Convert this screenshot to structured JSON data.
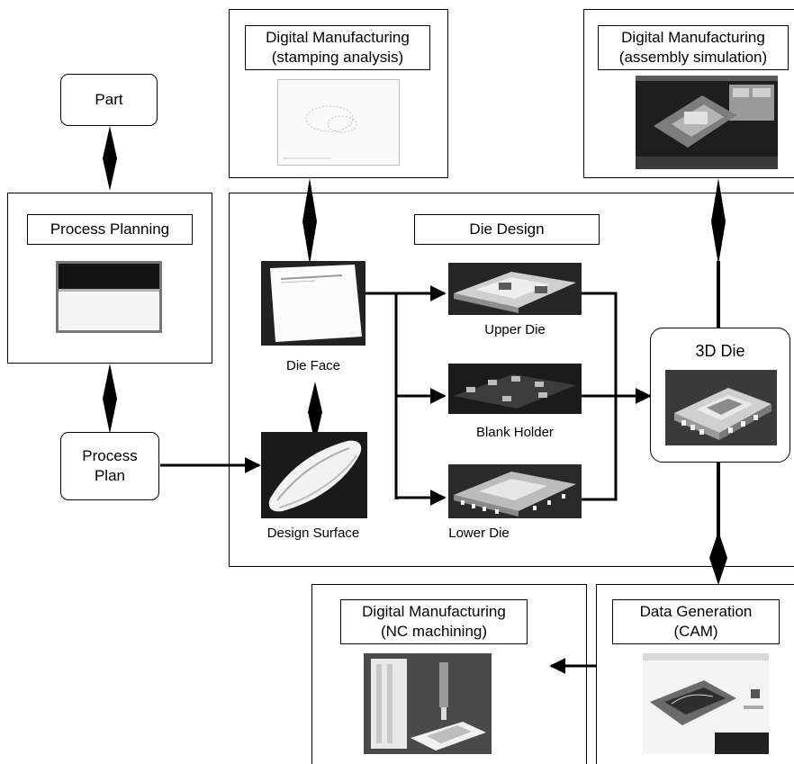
{
  "nodes": {
    "part": "Part",
    "process_planning": "Process Planning",
    "process_plan": "Process\nPlan",
    "die_design": "Die Design",
    "dm_stamping": "Digital Manufacturing\n(stamping analysis)",
    "dm_assembly": "Digital Manufacturing\n(assembly simulation)",
    "die_3d": "3D Die",
    "dm_nc": "Digital Manufacturing\n(NC machining)",
    "data_generation": "Data Generation\n(CAM)"
  },
  "captions": {
    "die_face": "Die Face",
    "design_surface": "Design Surface",
    "upper_die": "Upper Die",
    "blank_holder": "Blank Holder",
    "lower_die": "Lower Die"
  },
  "colors": {
    "line": "#000000",
    "background": "#ffffff"
  }
}
